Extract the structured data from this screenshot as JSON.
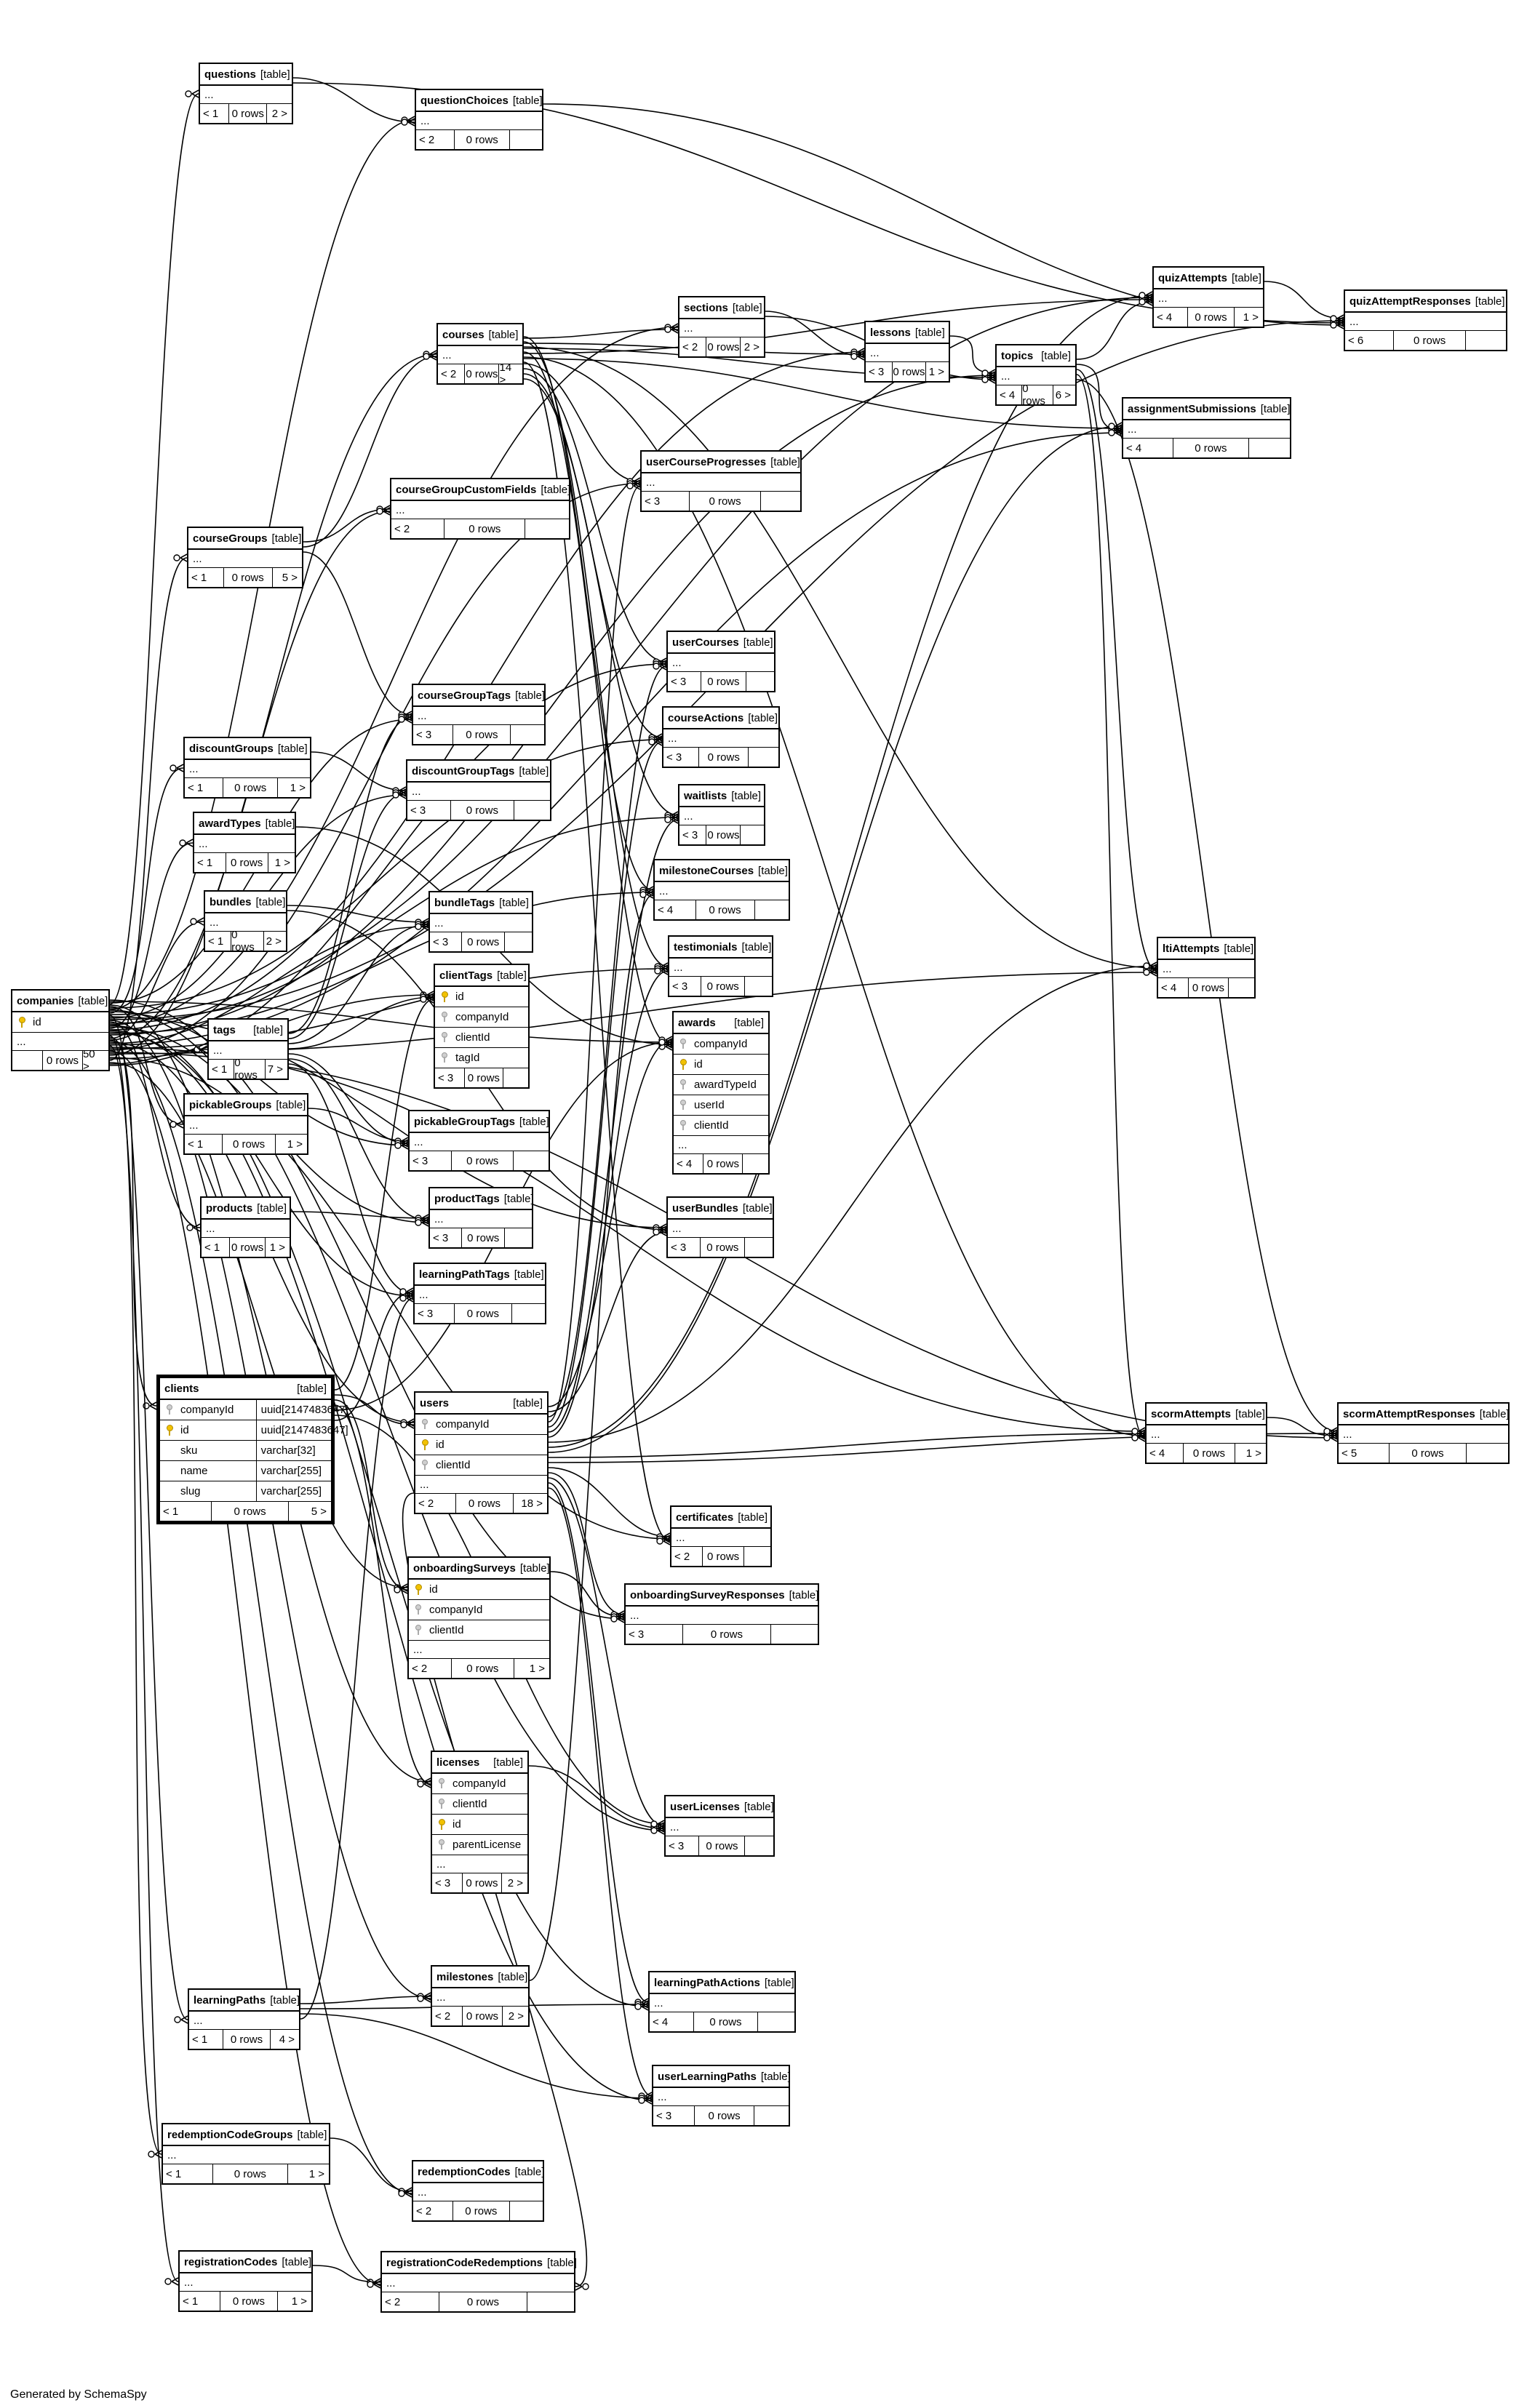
{
  "generated_by": "Generated by SchemaSpy",
  "tables": [
    {
      "name": "questions",
      "kind": "[table]",
      "rows": [
        "..."
      ],
      "footer": [
        "< 1",
        "0 rows",
        "2 >"
      ]
    },
    {
      "name": "questionChoices",
      "kind": "[table]",
      "rows": [
        "..."
      ],
      "footer": [
        "< 2",
        "0 rows",
        ""
      ]
    },
    {
      "name": "quizAttempts",
      "kind": "[table]",
      "rows": [
        "..."
      ],
      "footer": [
        "< 4",
        "0 rows",
        "1 >"
      ]
    },
    {
      "name": "quizAttemptResponses",
      "kind": "[table]",
      "rows": [
        "..."
      ],
      "footer": [
        "< 6",
        "0 rows",
        ""
      ]
    },
    {
      "name": "sections",
      "kind": "[table]",
      "rows": [
        "..."
      ],
      "footer": [
        "< 2",
        "0 rows",
        "2 >"
      ]
    },
    {
      "name": "courses",
      "kind": "[table]",
      "rows": [
        "..."
      ],
      "footer": [
        "< 2",
        "0 rows",
        "14 >"
      ]
    },
    {
      "name": "lessons",
      "kind": "[table]",
      "rows": [
        "..."
      ],
      "footer": [
        "< 3",
        "0 rows",
        "1 >"
      ]
    },
    {
      "name": "topics",
      "kind": "[table]",
      "rows": [
        "..."
      ],
      "footer": [
        "< 4",
        "0 rows",
        "6 >"
      ]
    },
    {
      "name": "assignmentSubmissions",
      "kind": "[table]",
      "rows": [
        "..."
      ],
      "footer": [
        "< 4",
        "0 rows",
        ""
      ]
    },
    {
      "name": "userCourseProgresses",
      "kind": "[table]",
      "rows": [
        "..."
      ],
      "footer": [
        "< 3",
        "0 rows",
        ""
      ]
    },
    {
      "name": "courseGroupCustomFields",
      "kind": "[table]",
      "rows": [
        "..."
      ],
      "footer": [
        "< 2",
        "0 rows",
        ""
      ]
    },
    {
      "name": "courseGroups",
      "kind": "[table]",
      "rows": [
        "..."
      ],
      "footer": [
        "< 1",
        "0 rows",
        "5 >"
      ]
    },
    {
      "name": "userCourses",
      "kind": "[table]",
      "rows": [
        "..."
      ],
      "footer": [
        "< 3",
        "0 rows",
        ""
      ]
    },
    {
      "name": "courseGroupTags",
      "kind": "[table]",
      "rows": [
        "..."
      ],
      "footer": [
        "< 3",
        "0 rows",
        ""
      ]
    },
    {
      "name": "courseActions",
      "kind": "[table]",
      "rows": [
        "..."
      ],
      "footer": [
        "< 3",
        "0 rows",
        ""
      ]
    },
    {
      "name": "discountGroups",
      "kind": "[table]",
      "rows": [
        "..."
      ],
      "footer": [
        "< 1",
        "0 rows",
        "1 >"
      ]
    },
    {
      "name": "discountGroupTags",
      "kind": "[table]",
      "rows": [
        "..."
      ],
      "footer": [
        "< 3",
        "0 rows",
        ""
      ]
    },
    {
      "name": "waitlists",
      "kind": "[table]",
      "rows": [
        "..."
      ],
      "footer": [
        "< 3",
        "0 rows",
        ""
      ]
    },
    {
      "name": "awardTypes",
      "kind": "[table]",
      "rows": [
        "..."
      ],
      "footer": [
        "< 1",
        "0 rows",
        "1 >"
      ]
    },
    {
      "name": "milestoneCourses",
      "kind": "[table]",
      "rows": [
        "..."
      ],
      "footer": [
        "< 4",
        "0 rows",
        ""
      ]
    },
    {
      "name": "bundles",
      "kind": "[table]",
      "rows": [
        "..."
      ],
      "footer": [
        "< 1",
        "0 rows",
        "2 >"
      ]
    },
    {
      "name": "bundleTags",
      "kind": "[table]",
      "rows": [
        "..."
      ],
      "footer": [
        "< 3",
        "0 rows",
        ""
      ]
    },
    {
      "name": "testimonials",
      "kind": "[table]",
      "rows": [
        "..."
      ],
      "footer": [
        "< 3",
        "0 rows",
        ""
      ]
    },
    {
      "name": "ltiAttempts",
      "kind": "[table]",
      "rows": [
        "..."
      ],
      "footer": [
        "< 4",
        "0 rows",
        ""
      ]
    },
    {
      "name": "companies",
      "kind": "[table]",
      "rows": [
        {
          "key": "pk",
          "col": "id"
        },
        "..."
      ],
      "footer": [
        "",
        "0 rows",
        "50 >"
      ]
    },
    {
      "name": "clientTags",
      "kind": "[table]",
      "rows": [
        {
          "key": "pk",
          "col": "id"
        },
        {
          "key": "fk",
          "col": "companyId"
        },
        {
          "key": "fk",
          "col": "clientId"
        },
        {
          "key": "fk",
          "col": "tagId"
        }
      ],
      "footer": [
        "< 3",
        "0 rows",
        ""
      ]
    },
    {
      "name": "awards",
      "kind": "[table]",
      "rows": [
        {
          "key": "fk",
          "col": "companyId"
        },
        {
          "key": "pk",
          "col": "id"
        },
        {
          "key": "fk",
          "col": "awardTypeId"
        },
        {
          "key": "fk",
          "col": "userId"
        },
        {
          "key": "fk",
          "col": "clientId"
        },
        "..."
      ],
      "footer": [
        "< 4",
        "0 rows",
        ""
      ]
    },
    {
      "name": "tags",
      "kind": "[table]",
      "rows": [
        "..."
      ],
      "footer": [
        "< 1",
        "0 rows",
        "7 >"
      ]
    },
    {
      "name": "pickableGroups",
      "kind": "[table]",
      "rows": [
        "..."
      ],
      "footer": [
        "< 1",
        "0 rows",
        "1 >"
      ]
    },
    {
      "name": "pickableGroupTags",
      "kind": "[table]",
      "rows": [
        "..."
      ],
      "footer": [
        "< 3",
        "0 rows",
        ""
      ]
    },
    {
      "name": "userBundles",
      "kind": "[table]",
      "rows": [
        "..."
      ],
      "footer": [
        "< 3",
        "0 rows",
        ""
      ]
    },
    {
      "name": "products",
      "kind": "[table]",
      "rows": [
        "..."
      ],
      "footer": [
        "< 1",
        "0 rows",
        "1 >"
      ]
    },
    {
      "name": "productTags",
      "kind": "[table]",
      "rows": [
        "..."
      ],
      "footer": [
        "< 3",
        "0 rows",
        ""
      ]
    },
    {
      "name": "learningPathTags",
      "kind": "[table]",
      "rows": [
        "..."
      ],
      "footer": [
        "< 3",
        "0 rows",
        ""
      ]
    },
    {
      "name": "clients",
      "kind": "[table]",
      "focus": true,
      "rows": [
        {
          "key": "fk",
          "col": "companyId",
          "type": "uuid[2147483647]"
        },
        {
          "key": "pk",
          "col": "id",
          "type": "uuid[2147483647]"
        },
        {
          "key": "",
          "col": "sku",
          "type": "varchar[32]"
        },
        {
          "key": "",
          "col": "name",
          "type": "varchar[255]"
        },
        {
          "key": "",
          "col": "slug",
          "type": "varchar[255]"
        }
      ],
      "footer": [
        "< 1",
        "0 rows",
        "5 >"
      ]
    },
    {
      "name": "users",
      "kind": "[table]",
      "rows": [
        {
          "key": "fk",
          "col": "companyId"
        },
        {
          "key": "pk",
          "col": "id"
        },
        {
          "key": "fk",
          "col": "clientId"
        },
        "..."
      ],
      "footer": [
        "< 2",
        "0 rows",
        "18 >"
      ]
    },
    {
      "name": "scormAttempts",
      "kind": "[table]",
      "rows": [
        "..."
      ],
      "footer": [
        "< 4",
        "0 rows",
        "1 >"
      ]
    },
    {
      "name": "scormAttemptResponses",
      "kind": "[table]",
      "rows": [
        "..."
      ],
      "footer": [
        "< 5",
        "0 rows",
        ""
      ]
    },
    {
      "name": "certificates",
      "kind": "[table]",
      "rows": [
        "..."
      ],
      "footer": [
        "< 2",
        "0 rows",
        ""
      ]
    },
    {
      "name": "onboardingSurveys",
      "kind": "[table]",
      "rows": [
        {
          "key": "pk",
          "col": "id"
        },
        {
          "key": "fk",
          "col": "companyId"
        },
        {
          "key": "fk",
          "col": "clientId"
        },
        "..."
      ],
      "footer": [
        "< 2",
        "0 rows",
        "1 >"
      ]
    },
    {
      "name": "onboardingSurveyResponses",
      "kind": "[table]",
      "rows": [
        "..."
      ],
      "footer": [
        "< 3",
        "0 rows",
        ""
      ]
    },
    {
      "name": "licenses",
      "kind": "[table]",
      "rows": [
        {
          "key": "fk",
          "col": "companyId"
        },
        {
          "key": "fk",
          "col": "clientId"
        },
        {
          "key": "pk",
          "col": "id"
        },
        {
          "key": "fk",
          "col": "parentLicense"
        },
        "..."
      ],
      "footer": [
        "< 3",
        "0 rows",
        "2 >"
      ]
    },
    {
      "name": "userLicenses",
      "kind": "[table]",
      "rows": [
        "..."
      ],
      "footer": [
        "< 3",
        "0 rows",
        ""
      ]
    },
    {
      "name": "learningPaths",
      "kind": "[table]",
      "rows": [
        "..."
      ],
      "footer": [
        "< 1",
        "0 rows",
        "4 >"
      ]
    },
    {
      "name": "milestones",
      "kind": "[table]",
      "rows": [
        "..."
      ],
      "footer": [
        "< 2",
        "0 rows",
        "2 >"
      ]
    },
    {
      "name": "learningPathActions",
      "kind": "[table]",
      "rows": [
        "..."
      ],
      "footer": [
        "< 4",
        "0 rows",
        ""
      ]
    },
    {
      "name": "userLearningPaths",
      "kind": "[table]",
      "rows": [
        "..."
      ],
      "footer": [
        "< 3",
        "0 rows",
        ""
      ]
    },
    {
      "name": "redemptionCodeGroups",
      "kind": "[table]",
      "rows": [
        "..."
      ],
      "footer": [
        "< 1",
        "0 rows",
        "1 >"
      ]
    },
    {
      "name": "redemptionCodes",
      "kind": "[table]",
      "rows": [
        "..."
      ],
      "footer": [
        "< 2",
        "0 rows",
        ""
      ]
    },
    {
      "name": "registrationCodes",
      "kind": "[table]",
      "rows": [
        "..."
      ],
      "footer": [
        "< 1",
        "0 rows",
        "1 >"
      ]
    },
    {
      "name": "registrationCodeRedemptions",
      "kind": "[table]",
      "rows": [
        "..."
      ],
      "footer": [
        "< 2",
        "0 rows",
        ""
      ]
    }
  ],
  "relations": [
    [
      "companies",
      "questions"
    ],
    [
      "companies",
      "questionChoices"
    ],
    [
      "questions",
      "questionChoices"
    ],
    [
      "companies",
      "quizAttempts"
    ],
    [
      "companies",
      "quizAttemptResponses"
    ],
    [
      "questions",
      "quizAttemptResponses"
    ],
    [
      "questionChoices",
      "quizAttemptResponses"
    ],
    [
      "quizAttempts",
      "quizAttemptResponses"
    ],
    [
      "companies",
      "sections"
    ],
    [
      "companies",
      "lessons"
    ],
    [
      "companies",
      "topics"
    ],
    [
      "companies",
      "courses"
    ],
    [
      "courses",
      "sections"
    ],
    [
      "courses",
      "lessons"
    ],
    [
      "sections",
      "lessons"
    ],
    [
      "courses",
      "topics"
    ],
    [
      "sections",
      "topics"
    ],
    [
      "lessons",
      "topics"
    ],
    [
      "courses",
      "quizAttempts"
    ],
    [
      "topics",
      "quizAttempts"
    ],
    [
      "courses",
      "assignmentSubmissions"
    ],
    [
      "topics",
      "assignmentSubmissions"
    ],
    [
      "companies",
      "assignmentSubmissions"
    ],
    [
      "courses",
      "userCourseProgresses"
    ],
    [
      "companies",
      "userCourseProgresses"
    ],
    [
      "courseGroups",
      "courseGroupCustomFields"
    ],
    [
      "companies",
      "courseGroupCustomFields"
    ],
    [
      "companies",
      "courseGroups"
    ],
    [
      "courseGroups",
      "courses"
    ],
    [
      "courses",
      "userCourses"
    ],
    [
      "companies",
      "userCourses"
    ],
    [
      "courseGroups",
      "courseGroupTags"
    ],
    [
      "tags",
      "courseGroupTags"
    ],
    [
      "companies",
      "courseGroupTags"
    ],
    [
      "courses",
      "courseActions"
    ],
    [
      "companies",
      "courseActions"
    ],
    [
      "companies",
      "discountGroups"
    ],
    [
      "discountGroups",
      "discountGroupTags"
    ],
    [
      "tags",
      "discountGroupTags"
    ],
    [
      "companies",
      "discountGroupTags"
    ],
    [
      "courses",
      "waitlists"
    ],
    [
      "companies",
      "waitlists"
    ],
    [
      "companies",
      "awardTypes"
    ],
    [
      "courses",
      "milestoneCourses"
    ],
    [
      "companies",
      "milestoneCourses"
    ],
    [
      "companies",
      "bundles"
    ],
    [
      "bundles",
      "bundleTags"
    ],
    [
      "tags",
      "bundleTags"
    ],
    [
      "companies",
      "bundleTags"
    ],
    [
      "courses",
      "testimonials"
    ],
    [
      "companies",
      "testimonials"
    ],
    [
      "courses",
      "ltiAttempts"
    ],
    [
      "topics",
      "ltiAttempts"
    ],
    [
      "companies",
      "ltiAttempts"
    ],
    [
      "companies",
      "clientTags"
    ],
    [
      "tags",
      "clientTags"
    ],
    [
      "clients",
      "clientTags"
    ],
    [
      "companies",
      "tags"
    ],
    [
      "companies",
      "awards"
    ],
    [
      "awardTypes",
      "awards"
    ],
    [
      "courses",
      "awards"
    ],
    [
      "companies",
      "pickableGroups"
    ],
    [
      "pickableGroups",
      "pickableGroupTags"
    ],
    [
      "tags",
      "pickableGroupTags"
    ],
    [
      "companies",
      "pickableGroupTags"
    ],
    [
      "companies",
      "userBundles"
    ],
    [
      "bundles",
      "userBundles"
    ],
    [
      "companies",
      "products"
    ],
    [
      "products",
      "productTags"
    ],
    [
      "tags",
      "productTags"
    ],
    [
      "companies",
      "productTags"
    ],
    [
      "tags",
      "learningPathTags"
    ],
    [
      "companies",
      "learningPathTags"
    ],
    [
      "companies",
      "clients"
    ],
    [
      "companies",
      "users"
    ],
    [
      "clients",
      "users"
    ],
    [
      "users",
      "awards"
    ],
    [
      "users",
      "userBundles"
    ],
    [
      "users",
      "userCourses"
    ],
    [
      "users",
      "userCourseProgresses"
    ],
    [
      "users",
      "courseActions"
    ],
    [
      "users",
      "waitlists"
    ],
    [
      "users",
      "testimonials"
    ],
    [
      "users",
      "ltiAttempts"
    ],
    [
      "users",
      "quizAttempts"
    ],
    [
      "users",
      "assignmentSubmissions"
    ],
    [
      "users",
      "scormAttempts"
    ],
    [
      "users",
      "scormAttemptResponses"
    ],
    [
      "users",
      "certificates"
    ],
    [
      "users",
      "onboardingSurveyResponses"
    ],
    [
      "users",
      "userLicenses"
    ],
    [
      "users",
      "learningPathActions"
    ],
    [
      "users",
      "userLearningPaths"
    ],
    [
      "courses",
      "scormAttempts"
    ],
    [
      "topics",
      "scormAttempts"
    ],
    [
      "companies",
      "scormAttempts"
    ],
    [
      "scormAttempts",
      "scormAttemptResponses"
    ],
    [
      "companies",
      "scormAttemptResponses"
    ],
    [
      "topics",
      "scormAttemptResponses"
    ],
    [
      "companies",
      "certificates"
    ],
    [
      "courses",
      "certificates"
    ],
    [
      "companies",
      "onboardingSurveys"
    ],
    [
      "clients",
      "onboardingSurveys"
    ],
    [
      "onboardingSurveys",
      "onboardingSurveyResponses"
    ],
    [
      "companies",
      "onboardingSurveyResponses"
    ],
    [
      "companies",
      "licenses"
    ],
    [
      "clients",
      "licenses"
    ],
    [
      "licenses",
      "userLicenses"
    ],
    [
      "companies",
      "userLicenses"
    ],
    [
      "companies",
      "learningPaths"
    ],
    [
      "learningPaths",
      "milestones"
    ],
    [
      "companies",
      "milestones"
    ],
    [
      "milestones",
      "milestoneCourses"
    ],
    [
      "learningPaths",
      "learningPathActions"
    ],
    [
      "companies",
      "learningPathActions"
    ],
    [
      "learningPaths",
      "userLearningPaths"
    ],
    [
      "companies",
      "userLearningPaths"
    ],
    [
      "learningPaths",
      "learningPathTags"
    ],
    [
      "companies",
      "redemptionCodeGroups"
    ],
    [
      "redemptionCodeGroups",
      "redemptionCodes"
    ],
    [
      "companies",
      "redemptionCodes"
    ],
    [
      "companies",
      "registrationCodes"
    ],
    [
      "registrationCodes",
      "registrationCodeRedemptions"
    ],
    [
      "companies",
      "registrationCodeRedemptions"
    ],
    [
      "users",
      "registrationCodeRedemptions"
    ],
    [
      "clients",
      "awards"
    ],
    [
      "clients",
      "userLicenses"
    ],
    [
      "clients",
      "learningPathTags"
    ]
  ]
}
